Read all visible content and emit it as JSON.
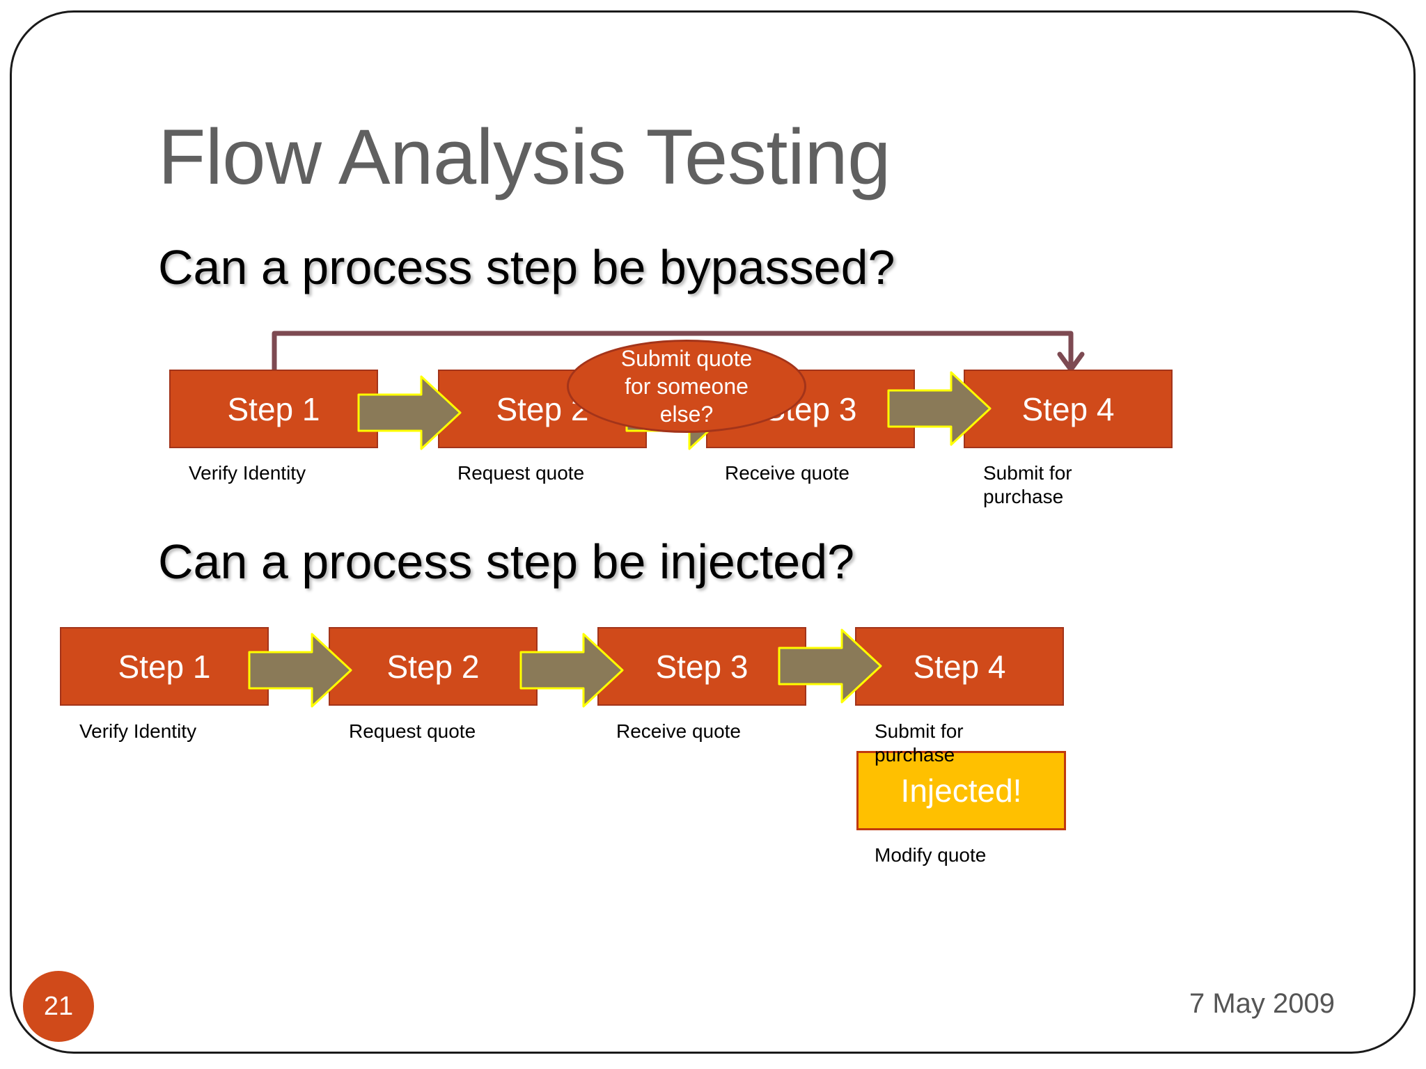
{
  "slide": {
    "title": "Flow Analysis Testing",
    "page_number": "21",
    "date": "7 May 2009",
    "colors": {
      "step_fill": "#d04a1a",
      "step_border": "#a3341a",
      "arrow_fill": "#8a7a58",
      "arrow_border": "#ffff00",
      "injected_fill": "#ffc000",
      "bypass_connector": "#7d4a52",
      "title_text": "#606060"
    }
  },
  "bypass": {
    "question": "Can a process step be bypassed?",
    "steps": [
      {
        "label": "Step 1",
        "caption": "Verify Identity"
      },
      {
        "label": "Step 2",
        "caption": "Request quote"
      },
      {
        "label": "Step 3",
        "caption": "Receive quote"
      },
      {
        "label": "Step 4",
        "caption": "Submit for\npurchase"
      }
    ],
    "callout": "Submit quote\nfor someone\nelse?"
  },
  "inject": {
    "question": "Can a process step be injected?",
    "steps": [
      {
        "label": "Step 1",
        "caption": "Verify Identity"
      },
      {
        "label": "Step 2",
        "caption": "Request quote"
      },
      {
        "label": "Step 3",
        "caption": "Receive quote"
      },
      {
        "label": "Step 4",
        "caption": "Submit for\npurchase"
      }
    ],
    "injected_label": "Injected!",
    "injected_caption": "Modify quote"
  }
}
